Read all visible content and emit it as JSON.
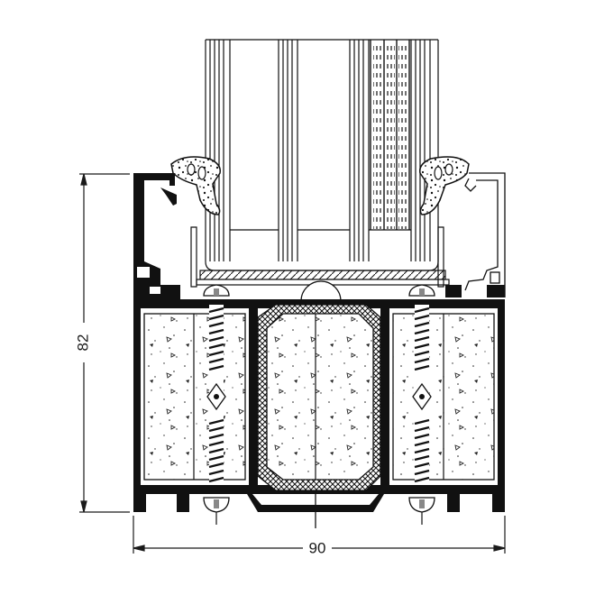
{
  "drawing": {
    "type": "window frame cross-section",
    "dimensions": {
      "height": {
        "label": "82"
      },
      "width": {
        "label": "90"
      }
    },
    "colors": {
      "ink": "#111111",
      "fill": "#ffffff",
      "line": "#1a1a1a"
    },
    "components": [
      "triple-glazing-unit",
      "glazing-gasket-left",
      "glazing-gasket-right",
      "glazing-bead-left",
      "glazing-bead-right",
      "outer-aluminium-profile",
      "insulated-chamber-left",
      "insulated-chamber-right",
      "central-thermal-break",
      "screw-left",
      "screw-right",
      "glass-setting-block"
    ]
  }
}
